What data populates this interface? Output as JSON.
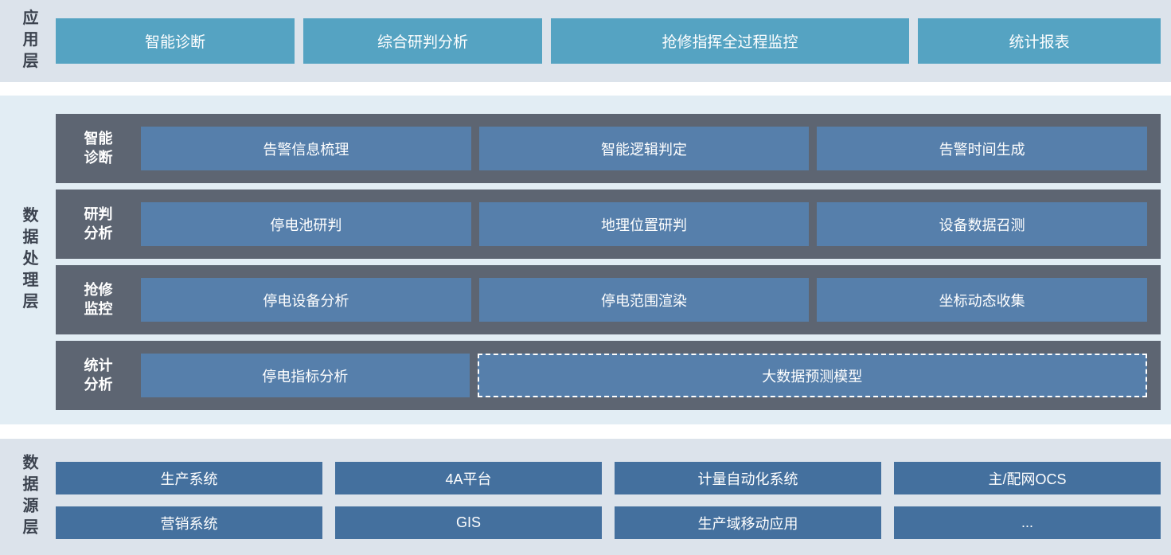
{
  "app_layer": {
    "label": "应用层",
    "buttons": [
      {
        "label": "智能诊断"
      },
      {
        "label": "综合研判分析"
      },
      {
        "label": "抢修指挥全过程监控"
      },
      {
        "label": "统计报表"
      }
    ]
  },
  "process_layer": {
    "label": "数据处理层",
    "rows": [
      {
        "label": "智能诊断",
        "buttons": [
          {
            "label": "告警信息梳理"
          },
          {
            "label": "智能逻辑判定"
          },
          {
            "label": "告警时间生成"
          }
        ]
      },
      {
        "label": "研判分析",
        "buttons": [
          {
            "label": "停电池研判"
          },
          {
            "label": "地理位置研判"
          },
          {
            "label": "设备数据召测"
          }
        ]
      },
      {
        "label": "抢修监控",
        "buttons": [
          {
            "label": "停电设备分析"
          },
          {
            "label": "停电范围渲染"
          },
          {
            "label": "坐标动态收集"
          }
        ]
      },
      {
        "label": "统计分析",
        "buttons": [
          {
            "label": "停电指标分析"
          },
          {
            "label": "大数据预测模型",
            "dashed": true
          }
        ]
      }
    ]
  },
  "source_layer": {
    "label": "数据源层",
    "rows": [
      [
        "生产系统",
        "4A平台",
        "计量自动化系统",
        "主/配网OCS"
      ],
      [
        "营销系统",
        "GIS",
        "生产域移动应用",
        "..."
      ]
    ]
  },
  "colors": {
    "section_bg_gray": "#dce3eb",
    "section_bg_blue": "#e2edf4",
    "app_button": "#55a3c2",
    "row_container": "#5d6572",
    "process_button": "#567fab",
    "source_button": "#44709e",
    "label_text": "#3b424e",
    "button_text": "#ffffff"
  }
}
